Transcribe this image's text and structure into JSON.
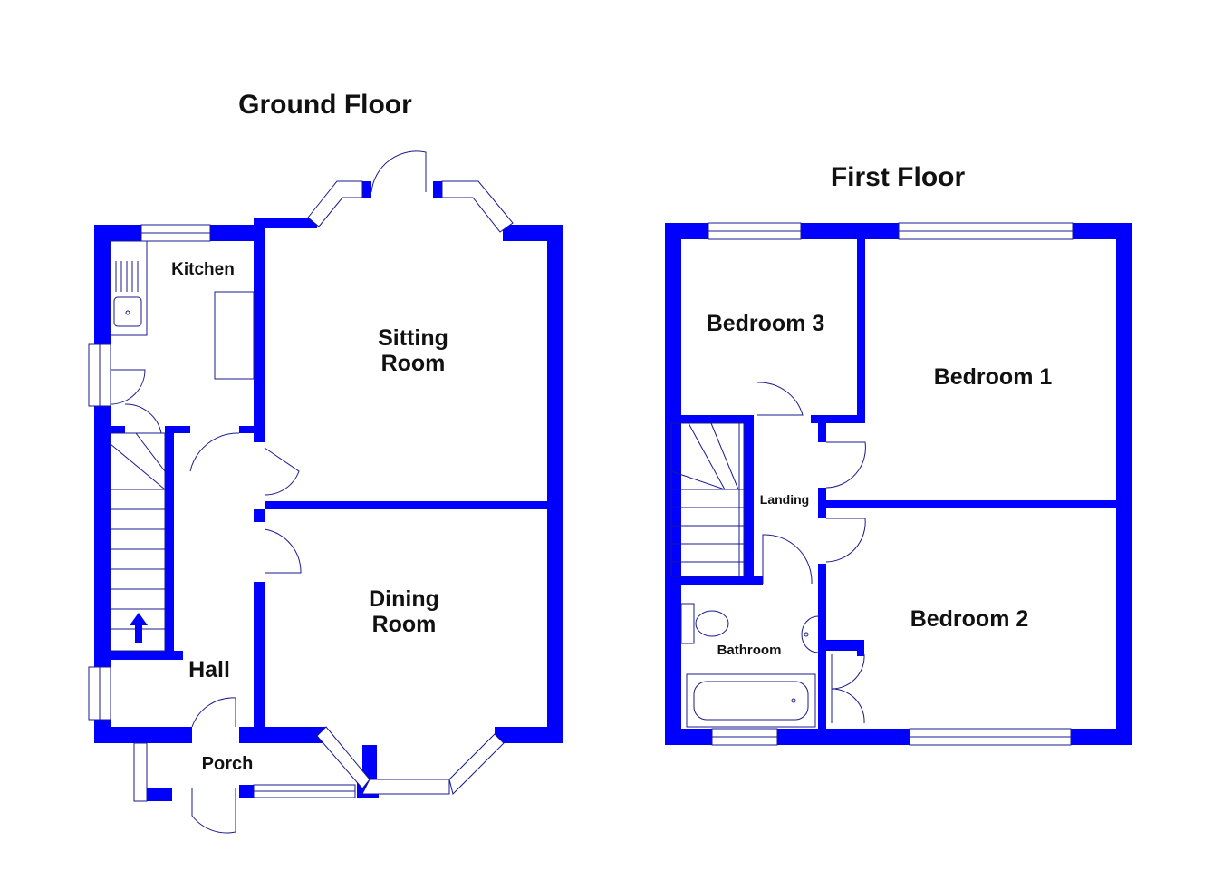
{
  "floors": {
    "ground": {
      "title": "Ground Floor",
      "rooms": {
        "kitchen": "Kitchen",
        "sitting_line1": "Sitting",
        "sitting_line2": "Room",
        "dining_line1": "Dining",
        "dining_line2": "Room",
        "hall": "Hall",
        "porch": "Porch"
      }
    },
    "first": {
      "title": "First Floor",
      "rooms": {
        "bedroom3": "Bedroom 3",
        "bedroom1": "Bedroom 1",
        "bedroom2": "Bedroom 2",
        "landing": "Landing",
        "bathroom": "Bathroom"
      }
    }
  },
  "colors": {
    "wall": "#0000ff",
    "outline": "#1a1a8c",
    "background": "#ffffff",
    "text": "#111111"
  }
}
